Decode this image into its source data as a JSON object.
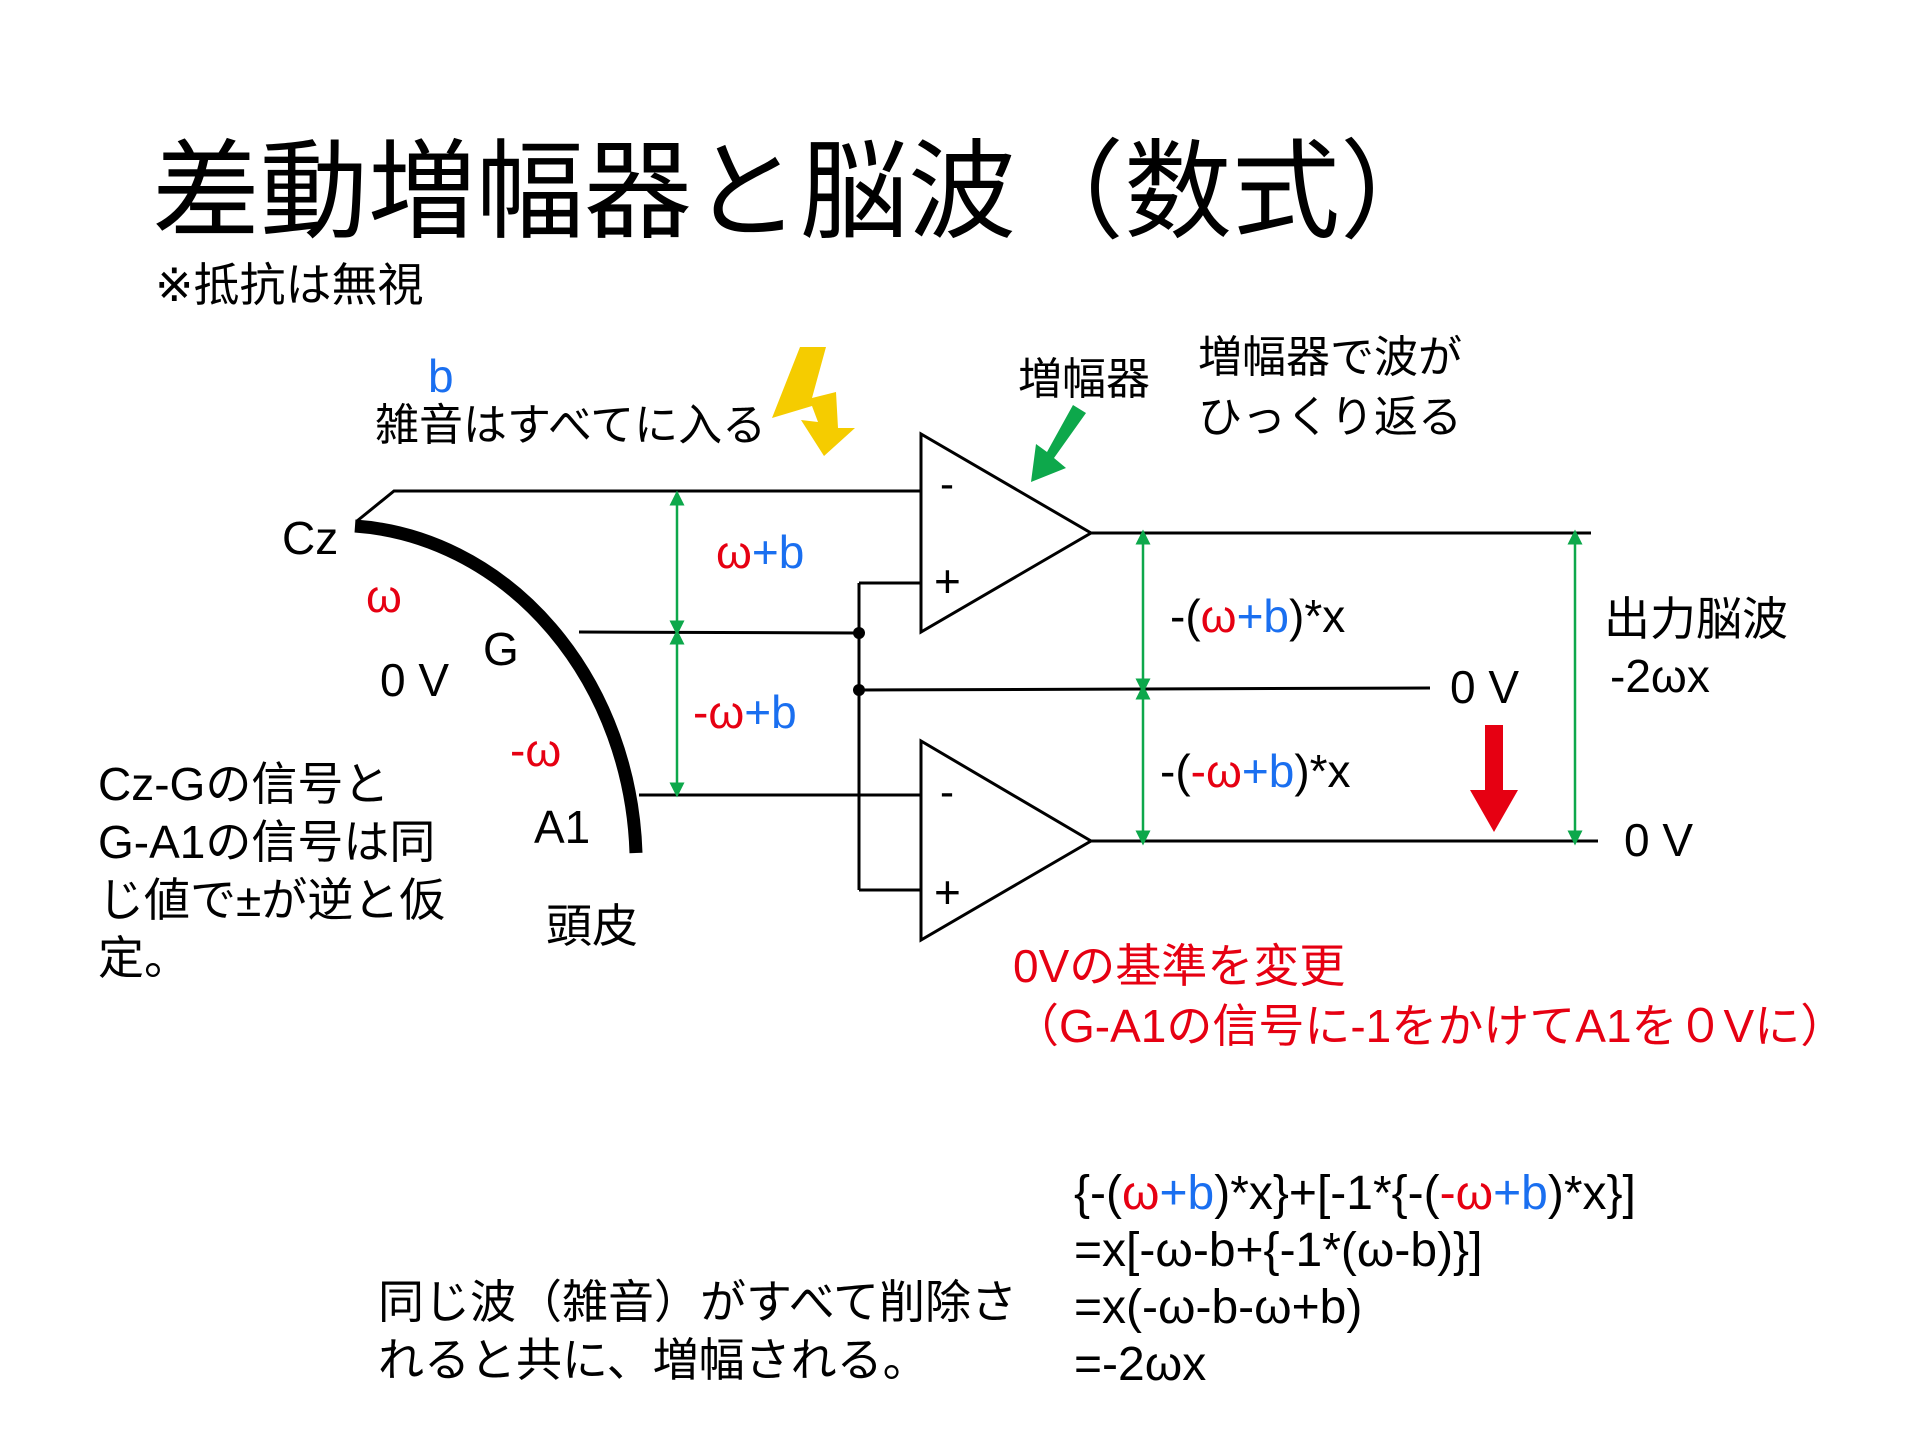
{
  "title": "差動増幅器と脳波（数式）",
  "subtitle": "※抵抗は無視",
  "noise": {
    "symbol": "b",
    "label": "雑音はすべてに入る"
  },
  "amplifier": {
    "label": "増幅器",
    "note_lines": [
      "増幅器で波が",
      "ひっくり返る"
    ]
  },
  "electrodes": {
    "cz": "Cz",
    "g": "G",
    "a1": "A1",
    "scalp": "頭皮",
    "omega": "ω",
    "zero_v": "0 V",
    "neg_omega": "-ω"
  },
  "amp_signs": {
    "minus": "-",
    "plus": "+"
  },
  "signals": {
    "cz_g": {
      "omega": "ω",
      "plus_b": "+b"
    },
    "g_a1": {
      "omega": "-ω",
      "plus_b": "+b"
    },
    "out1": {
      "pre": "-(",
      "omega": "ω",
      "plus_b": "+b",
      "post": ")*x"
    },
    "out2": {
      "pre": "-(",
      "omega": "-ω",
      "plus_b": "+b",
      "post": ")*x"
    }
  },
  "reference_zero": "0 V",
  "output": {
    "label": "出力脳波",
    "value": "-2ωx",
    "zero": "0 V"
  },
  "left_note_lines": [
    "Cz-Gの信号と",
    "G-A1の信号は同",
    "じ値で±が逆と仮",
    "定。"
  ],
  "red_note_lines": [
    "0Vの基準を変更",
    "（G-A1の信号に-1をかけてA1を０Vに）"
  ],
  "bottom_note_lines": [
    "同じ波（雑音）がすべて削除さ",
    "れると共に、増幅される。"
  ],
  "equation": {
    "line1": {
      "a": "{-(",
      "b": "ω",
      "c": "+b",
      "d": ")*x}+[-1*{-(",
      "e": "-ω",
      "f": "+b",
      "g": ")*x}]"
    },
    "line2": "=x[-ω-b+{-1*(ω-b)}]",
    "line3": "=x(-ω-b-ω+b)",
    "line4": "=-2ωx"
  },
  "colors": {
    "red": "#e60012",
    "blue": "#1a6ff0",
    "green": "#0da84b",
    "yellow": "#f5cc00"
  }
}
